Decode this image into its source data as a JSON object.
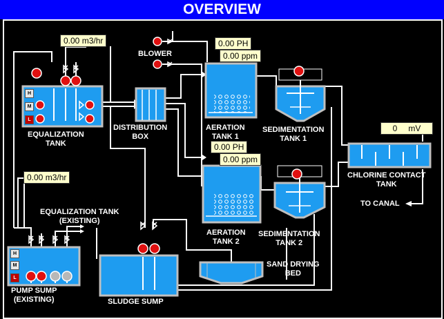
{
  "header": {
    "title": "OVERVIEW"
  },
  "readouts": {
    "eq_flow": {
      "value": "0.00",
      "unit": "m3/hr"
    },
    "pump_flow": {
      "value": "0.00",
      "unit": "m3/hr"
    },
    "aeration1_ph": {
      "value": "0.00",
      "unit": "PH"
    },
    "aeration1_do": {
      "value": "0.00",
      "unit": "ppm"
    },
    "aeration2_ph": {
      "value": "0.00",
      "unit": "PH"
    },
    "aeration2_do": {
      "value": "0.00",
      "unit": "ppm"
    },
    "chlorine": {
      "value": "0",
      "unit": "mV"
    }
  },
  "labels": {
    "blower": "BLOWER",
    "equalization_tank": "EQUALIZATION\nTANK",
    "distribution_box": "DISTRIBUTION\nBOX",
    "aeration_tank_1": "AERATION\nTANK 1",
    "aeration_tank_2": "AERATION\nTANK 2",
    "sedimentation_tank_1": "SEDIMENTATION\nTANK 1",
    "sedimentation_tank_2": "SEDIMENTATION\nTANK 2",
    "chlorine_contact_tank": "CHLORINE CONTACT\nTANK",
    "to_canal": "TO CANAL",
    "eq_existing": "EQUALIZATION TANK\n(EXISTING)",
    "pump_sump": "PUMP SUMP\n(EXISTING)",
    "sludge_sump": "SLUDGE SUMP",
    "sand_drying_bed": "SAND DRYING\nBED"
  },
  "level_indicators": {
    "high": "H",
    "medium": "M",
    "low": "L"
  },
  "colors": {
    "title_bar": "#0000ff",
    "water": "#1e9cf0",
    "pump_on": "#e01010",
    "pump_off": "#b8b8b8",
    "pipe": "#ffffff",
    "readout_bg": "#ffffcc"
  }
}
